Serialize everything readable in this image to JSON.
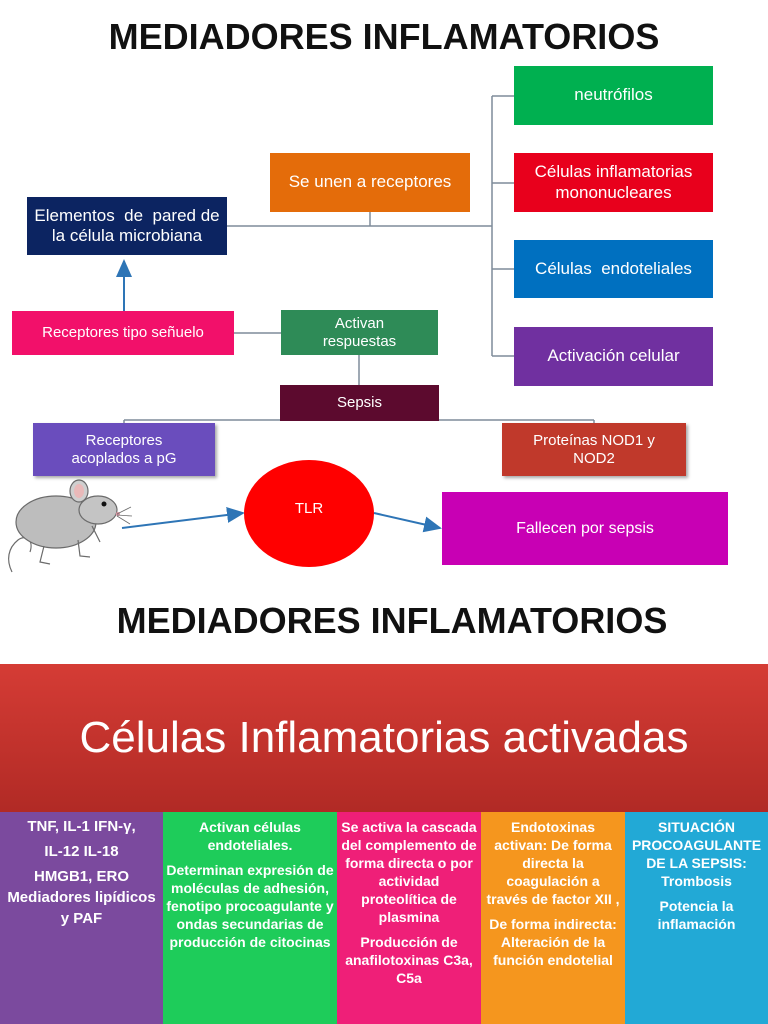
{
  "top": {
    "title": "MEDIADORES INFLAMATORIOS",
    "boxes": {
      "unen": "Se unen a receptores",
      "elementos": "Elementos  de  pared de la célula microbiana",
      "neutrofilos": "neutrófilos",
      "mononucleares": "Células inflamatorias mononucleares",
      "endoteliales": "Células  endoteliales",
      "activacion": "Activación celular",
      "senuelo": "Receptores tipo señuelo",
      "activan": "Activan respuestas",
      "sepsis": "Sepsis",
      "acoplados": "Receptores acoplados a pG",
      "nod": "Proteínas NOD1 y NOD2",
      "tlr": "TLR",
      "fallecen": "Fallecen por sepsis"
    }
  },
  "bottom": {
    "title": "MEDIADORES INFLAMATORIOS",
    "banner": "Células Inflamatorias activadas",
    "columns": [
      {
        "paragraphs": [
          "TNF,  IL-1  IFN-γ,",
          "IL-12   IL-18",
          "HMGB1,  ERO Mediadores lipídicos  y PAF"
        ]
      },
      {
        "paragraphs": [
          "Activan células endoteliales.",
          "Determinan expresión de moléculas de adhesión, fenotipo procoagulante y ondas secundarias de producción de citocinas"
        ]
      },
      {
        "paragraphs": [
          "Se activa la cascada del complemento de forma directa o por actividad proteolítica de plasmina",
          "Producción de anafilotoxinas C3a, C5a"
        ]
      },
      {
        "paragraphs": [
          "Endotoxinas activan: De forma directa la coagulación a través de factor XII ,",
          "De forma indirecta: Alteración de la función endotelial"
        ]
      },
      {
        "paragraphs": [
          "SITUACIÓN PROCOAGULANTE DE LA SEPSIS: Trombosis",
          "Potencia la inflamación"
        ]
      }
    ]
  },
  "colors": {
    "navy": "#0c2461",
    "orange": "#e46c0a",
    "green": "#00b050",
    "red": "#e8001c",
    "blue": "#0070c0",
    "purple": "#7030a0",
    "pink": "#f2106a",
    "dark_green": "#2e8b57",
    "maroon": "#5c0a2e",
    "lavender": "#6a4dbd",
    "brick": "#c0392b",
    "tlr_red": "#ff0000",
    "magenta": "#c800b4",
    "banner": "#c2342e",
    "col_purple": "#7b4a9e",
    "col_green": "#1ecc5a",
    "col_pink": "#ef1f78",
    "col_orange": "#f5961e",
    "col_cyan": "#22a9d6",
    "arrow": "#2e75b6"
  }
}
